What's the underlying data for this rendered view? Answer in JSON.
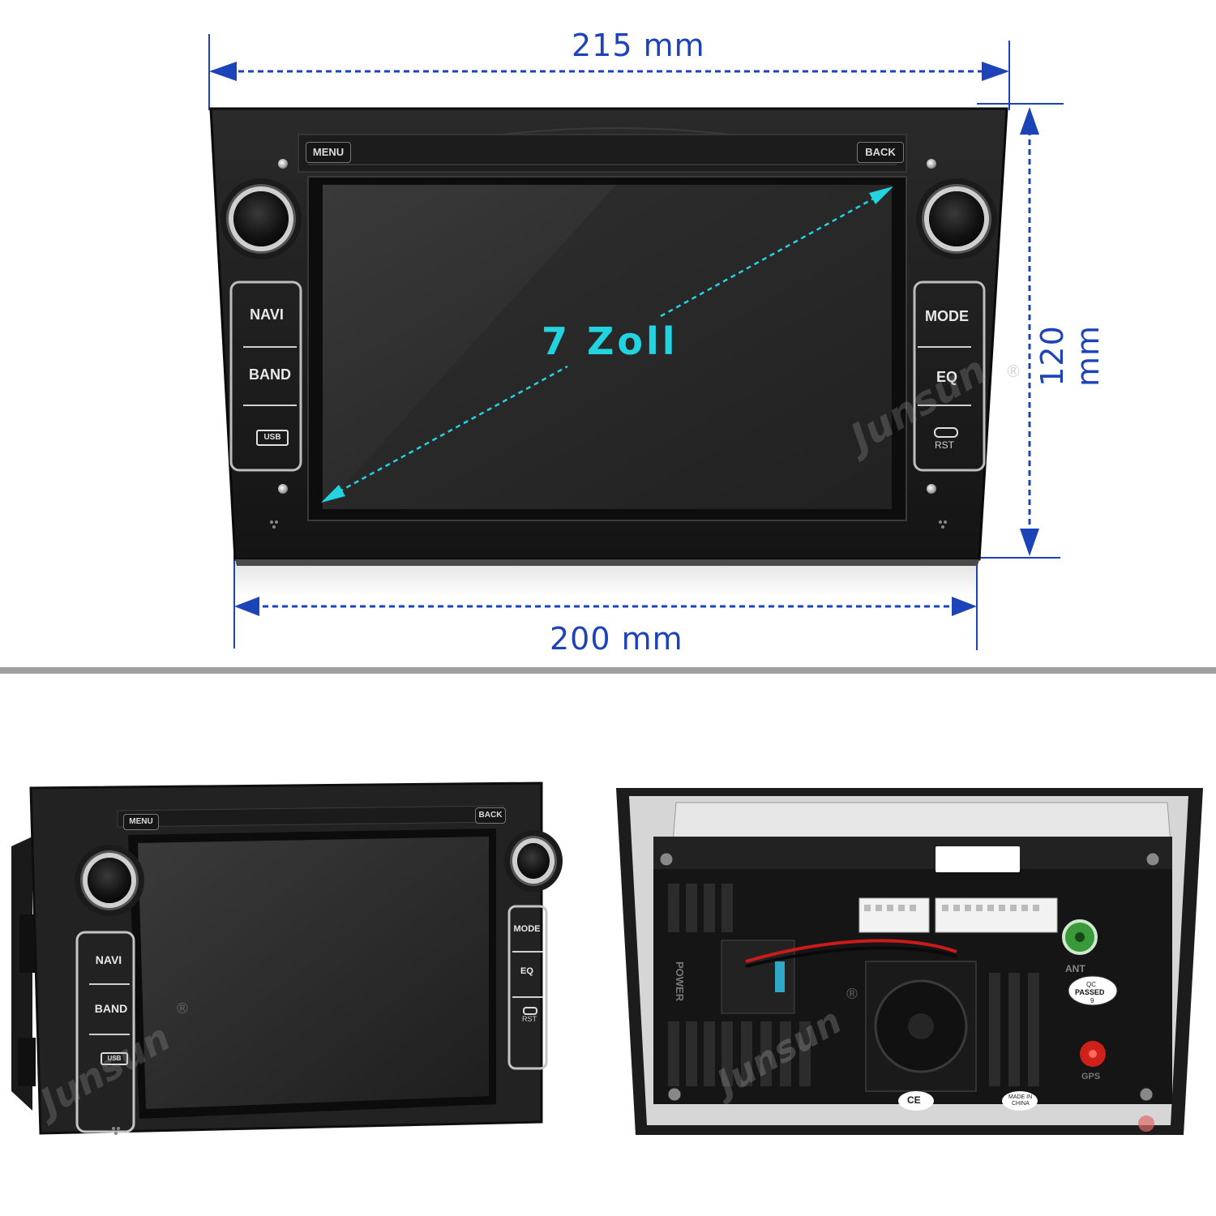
{
  "dimensions": {
    "width_top": "215 mm",
    "width_bottom": "200 mm",
    "height": "120 mm",
    "diagonal": "7 Zoll"
  },
  "front_panel": {
    "top_buttons": {
      "menu": "MENU",
      "back": "BACK"
    },
    "left_buttons": [
      "NAVI",
      "BAND",
      "USB"
    ],
    "right_buttons": [
      "MODE",
      "EQ",
      "RST"
    ]
  },
  "brand_watermark": "Junsun",
  "brand_mark": "®",
  "rear_labels": {
    "power": "POWER",
    "antenna": "ANT",
    "qc_top": "QC",
    "qc_main": "PASSED",
    "qc_num": "9",
    "gps": "GPS",
    "ce": "CE",
    "made_in": "MADE IN",
    "country": "CHINA"
  },
  "colors": {
    "dimension_line": "#1d43b8",
    "diagonal_line": "#22d3e0",
    "panel": "#202020",
    "screen": "#2c2c2c",
    "separator": "#a0a0a0"
  }
}
